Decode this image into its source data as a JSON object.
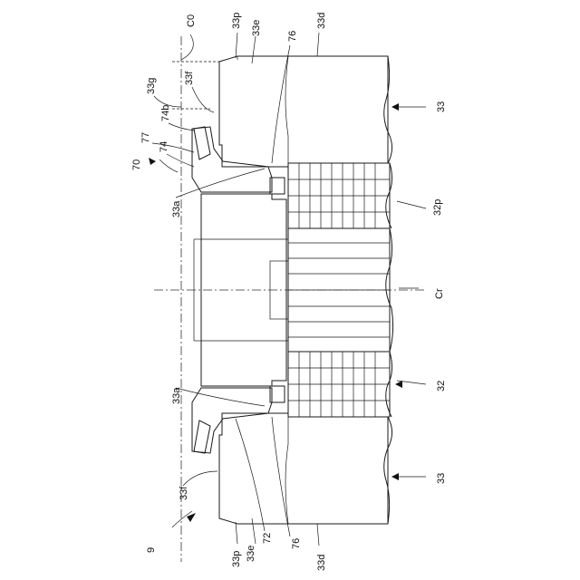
{
  "labels": {
    "c0": "C0",
    "cr": "Cr",
    "fig": "9",
    "n70": "70",
    "n33_top": "33",
    "n33_bot": "33",
    "n32": "32",
    "n32p": "32p",
    "n33p_top": "33p",
    "n33e_top": "33e",
    "n76_top": "76",
    "n33d_top": "33d",
    "n33g": "33g",
    "n33f_top": "33f",
    "n74b": "74b",
    "n77": "77",
    "n74": "74",
    "n33a_top": "33a",
    "n33a_bot": "33a",
    "n33f_bot": "33f",
    "n33p_bot": "33p",
    "n33e_bot": "33e",
    "n72": "72",
    "n76_bot": "76",
    "n33d_bot": "33d"
  }
}
